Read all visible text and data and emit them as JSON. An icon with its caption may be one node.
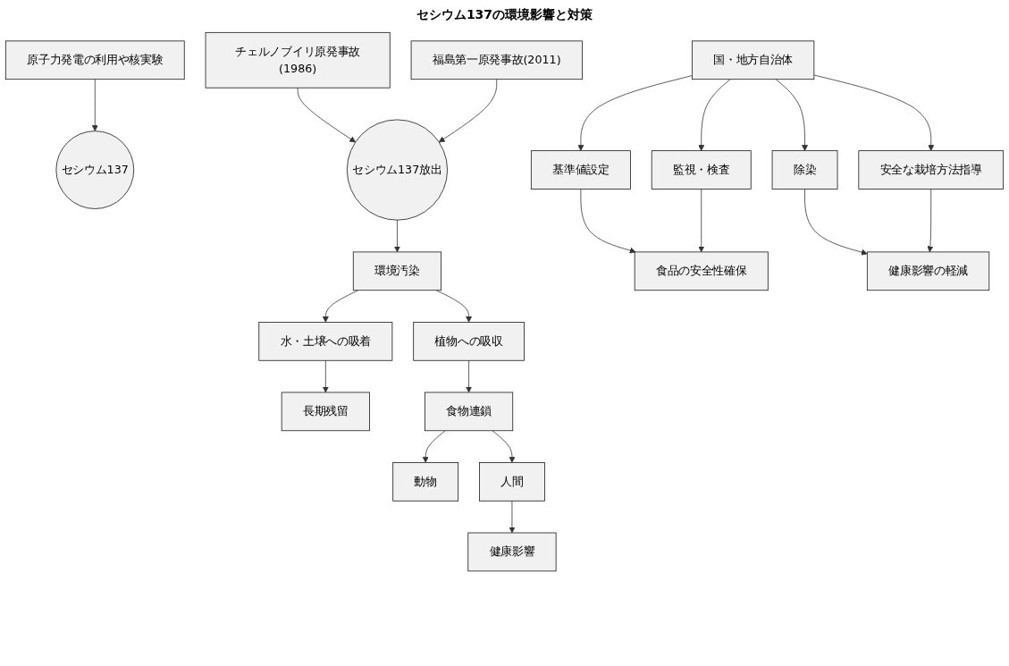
{
  "diagram": {
    "title": "セシウム137の環境影響と対策",
    "nodes": [
      {
        "text": [
          "原子力発電の利用や核実験"
        ]
      },
      {
        "text": [
          "チェルノブイリ原発事故(1986)"
        ]
      },
      {
        "text": [
          "福島第一原発事故(2011)"
        ]
      },
      {
        "text": [
          "国・地方自治体"
        ]
      },
      {
        "text": [
          "セシウム137"
        ]
      },
      {
        "text": [
          "セシウム137放出"
        ]
      },
      {
        "text": [
          "基準値設定"
        ]
      },
      {
        "text": [
          "監視・検査"
        ]
      },
      {
        "text": [
          "除染"
        ]
      },
      {
        "text": [
          "安全な栽培方法指導"
        ]
      },
      {
        "text": [
          "環境汚染"
        ]
      },
      {
        "text": [
          "食品の安全性確保"
        ]
      },
      {
        "text": [
          "健康影響の軽減"
        ]
      },
      {
        "text": [
          "水・土壌への吸着"
        ]
      },
      {
        "text": [
          "植物への吸収"
        ]
      },
      {
        "text": [
          "長期残留"
        ]
      },
      {
        "text": [
          "食物連鎖"
        ]
      },
      {
        "text": [
          "動物"
        ]
      },
      {
        "text": [
          "人間"
        ]
      },
      {
        "text": [
          "健康影響"
        ]
      }
    ],
    "edges": [
      {
        "from": 0,
        "to": 4,
        "arrow": "to"
      },
      {
        "from": 1,
        "to": 5,
        "arrow": "to"
      },
      {
        "from": 2,
        "to": 5,
        "arrow": "to"
      },
      {
        "from": 3,
        "to": 6,
        "arrow": "to"
      },
      {
        "from": 3,
        "to": 7,
        "arrow": "to"
      },
      {
        "from": 3,
        "to": 8,
        "arrow": "to"
      },
      {
        "from": 3,
        "to": 9,
        "arrow": "to"
      },
      {
        "from": 6,
        "to": 11,
        "arrow": "to"
      },
      {
        "from": 7,
        "to": 11,
        "arrow": "to"
      },
      {
        "from": 8,
        "to": 12,
        "arrow": "to"
      },
      {
        "from": 9,
        "to": 12,
        "arrow": "to"
      },
      {
        "from": 5,
        "to": 10,
        "arrow": "to"
      },
      {
        "from": 10,
        "to": 13,
        "arrow": "to"
      },
      {
        "from": 10,
        "to": 14,
        "arrow": "to"
      },
      {
        "from": 13,
        "to": 15,
        "arrow": "to"
      },
      {
        "from": 14,
        "to": 16,
        "arrow": "to"
      },
      {
        "from": 16,
        "to": 17,
        "arrow": "to"
      },
      {
        "from": 16,
        "to": 18,
        "arrow": "to"
      },
      {
        "from": 18,
        "to": 19,
        "arrow": "to"
      }
    ]
  }
}
